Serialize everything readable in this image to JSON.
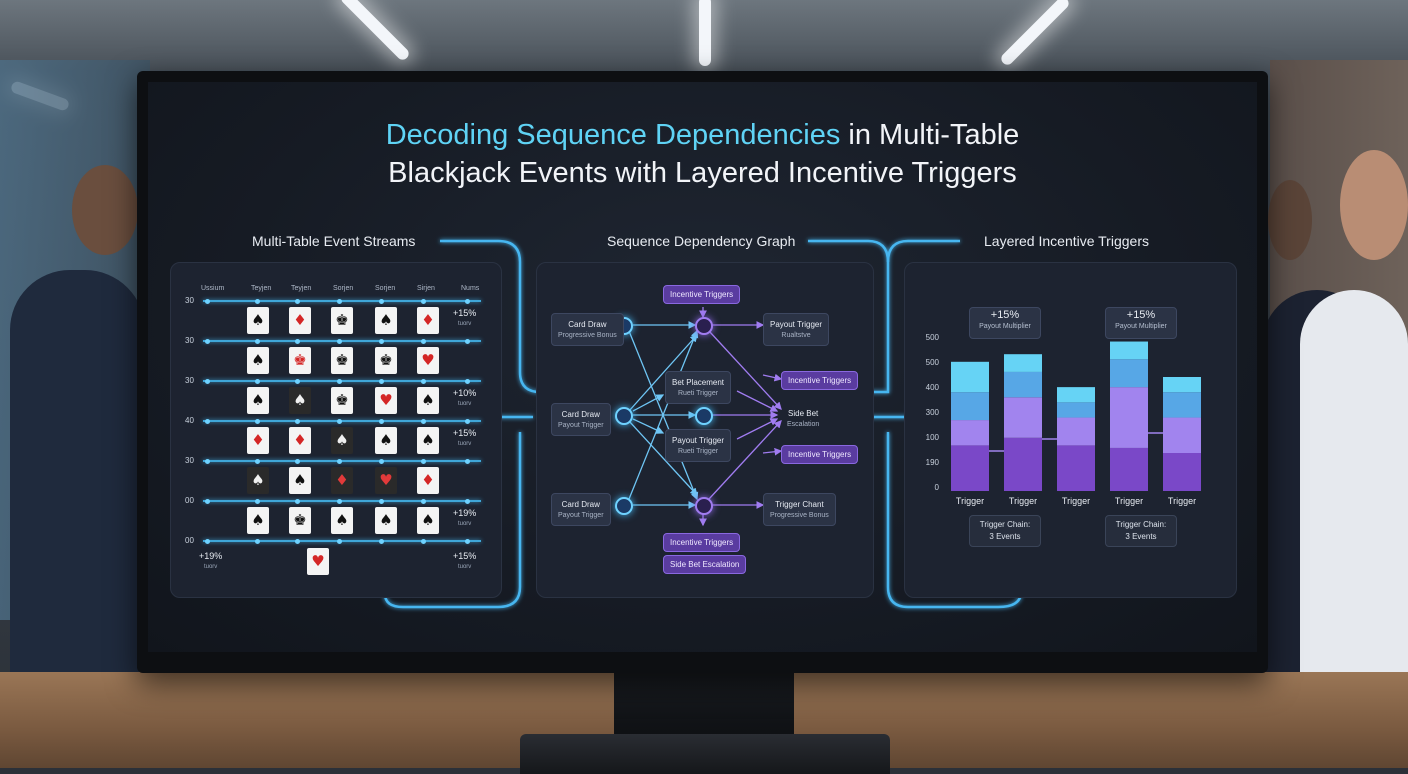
{
  "title": {
    "highlight": "Decoding Sequence Dependencies",
    "rest_line1": " in Multi-Table",
    "line2": "Blackjack Events with Layered Incentive Triggers"
  },
  "sections": {
    "streams": "Multi-Table Event Streams",
    "graph": "Sequence Dependency Graph",
    "triggers": "Layered Incentive Triggers"
  },
  "streams": {
    "columns": [
      "Ussium",
      "Teyjen",
      "Teyjen",
      "Sorjen",
      "Sorjen",
      "Sirjen",
      "Nums"
    ],
    "rows": [
      {
        "num": "30",
        "pct": "+15%",
        "note": "tuorv",
        "cards": [
          {
            "s": "♠",
            "red": false,
            "dark": false
          },
          {
            "s": "♦",
            "red": true,
            "dark": false
          },
          {
            "s": "♚",
            "red": false,
            "dark": false
          },
          {
            "s": "♠",
            "red": false,
            "dark": false
          },
          {
            "s": "♦",
            "red": true,
            "dark": false
          }
        ]
      },
      {
        "num": "30",
        "pct": "",
        "note": "",
        "cards": [
          {
            "s": "♠",
            "red": false,
            "dark": false
          },
          {
            "s": "♚",
            "red": true,
            "dark": false
          },
          {
            "s": "♚",
            "red": false,
            "dark": false
          },
          {
            "s": "♚",
            "red": false,
            "dark": false
          },
          {
            "s": "♥",
            "red": true,
            "dark": false
          }
        ]
      },
      {
        "num": "30",
        "pct": "+10%",
        "note": "tuorv",
        "cards": [
          {
            "s": "♠",
            "red": false,
            "dark": false
          },
          {
            "s": "♠",
            "red": false,
            "dark": true
          },
          {
            "s": "♚",
            "red": false,
            "dark": false
          },
          {
            "s": "♥",
            "red": true,
            "dark": false
          },
          {
            "s": "♠",
            "red": false,
            "dark": false
          }
        ]
      },
      {
        "num": "40",
        "pct": "+15%",
        "note": "tuorv",
        "cards": [
          {
            "s": "♦",
            "red": true,
            "dark": false
          },
          {
            "s": "♦",
            "red": true,
            "dark": false
          },
          {
            "s": "♠",
            "red": false,
            "dark": true
          },
          {
            "s": "♠",
            "red": false,
            "dark": false
          },
          {
            "s": "♠",
            "red": false,
            "dark": false
          }
        ]
      },
      {
        "num": "30",
        "pct": "",
        "note": "",
        "cards": [
          {
            "s": "♠",
            "red": false,
            "dark": true
          },
          {
            "s": "♠",
            "red": false,
            "dark": false
          },
          {
            "s": "♦",
            "red": true,
            "dark": true
          },
          {
            "s": "♥",
            "red": true,
            "dark": true
          },
          {
            "s": "♦",
            "red": true,
            "dark": false
          }
        ]
      },
      {
        "num": "00",
        "pct": "+19%",
        "note": "tuorv",
        "cards": [
          {
            "s": "♠",
            "red": false,
            "dark": false
          },
          {
            "s": "♚",
            "red": false,
            "dark": false
          },
          {
            "s": "♠",
            "red": false,
            "dark": false
          },
          {
            "s": "♠",
            "red": false,
            "dark": false
          },
          {
            "s": "♠",
            "red": false,
            "dark": false
          }
        ]
      },
      {
        "num": "00",
        "pct": "",
        "note": "",
        "cards": []
      }
    ],
    "bottom": {
      "left_pct": "+19%",
      "left_note": "tuorv",
      "right_pct": "+15%",
      "right_note": "tuorv",
      "card": {
        "s": "♥",
        "red": true,
        "dark": false
      }
    }
  },
  "graph": {
    "nodes": [
      {
        "title": "Card Draw",
        "sub": "Progressive Bonus"
      },
      {
        "title": "Card Draw",
        "sub": "Payout Trigger"
      },
      {
        "title": "Card Draw",
        "sub": "Payout Trigger"
      },
      {
        "title": "Bet Placement",
        "sub": "Rueti Trigger"
      },
      {
        "title": "Payout Trigger",
        "sub": "Rueti Trigger"
      },
      {
        "title": "Payout Trigger",
        "sub": "Rualtstve"
      },
      {
        "title": "Side Bet",
        "sub": "Escalation"
      },
      {
        "title": "Trigger Chant",
        "sub": "Progressive Bonus"
      }
    ],
    "triggers": [
      "Incentive Triggers",
      "Incentive Triggers",
      "Incentive Triggers",
      "Incentive Triggers",
      "Side Bet Escalation"
    ]
  },
  "chart_data": {
    "type": "bar",
    "categories": [
      "Trigger",
      "Trigger",
      "Trigger",
      "Trigger",
      "Trigger"
    ],
    "yticks": [
      "500",
      "500",
      "400",
      "300",
      "100",
      "190",
      "0"
    ],
    "ylim": [
      0,
      600
    ],
    "series": [
      {
        "values": [
          180,
          210,
          180,
          170,
          150
        ]
      },
      {
        "values": [
          100,
          160,
          110,
          240,
          140
        ]
      },
      {
        "values": [
          110,
          100,
          60,
          110,
          100
        ]
      },
      {
        "values": [
          120,
          70,
          60,
          70,
          60
        ]
      }
    ],
    "colors": [
      "#7a48c8",
      "#a184ee",
      "#57a7e6",
      "#66d3f5"
    ],
    "multipliers": [
      {
        "pct": "+15%",
        "label": "Payout Multiplier"
      },
      {
        "pct": "+15%",
        "label": "Payout Multiplier"
      }
    ],
    "chains": [
      {
        "line1": "Trigger Chain:",
        "line2": "3 Events"
      },
      {
        "line1": "Trigger Chain:",
        "line2": "3 Events"
      }
    ]
  }
}
